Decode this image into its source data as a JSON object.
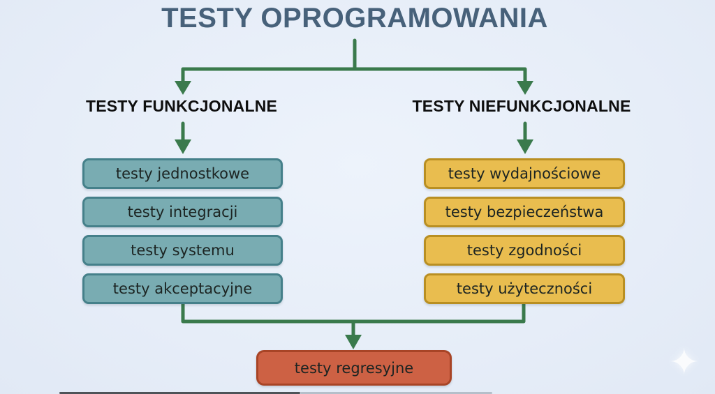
{
  "title": "TESTY OPROGRAMOWANIA",
  "branches": {
    "functional": {
      "heading": "TESTY FUNKCJONALNE",
      "nodes": [
        "testy jednostkowe",
        "testy integracji",
        "testy systemu",
        "testy akceptacyjne"
      ]
    },
    "nonfunctional": {
      "heading": "TESTY NIEFUNKCJONALNE",
      "nodes": [
        "testy wydajnościowe",
        "testy bezpieczeństwa",
        "testy zgodności",
        "testy użyteczności"
      ]
    }
  },
  "merge_node": {
    "label": "testy regresyjne"
  },
  "icons": {
    "sparkle": "✦"
  },
  "colors": {
    "background": "#e7eef8",
    "title_text": "#47617a",
    "heading_text": "#0e0e0e",
    "node_text": "#1c2422",
    "connector": "#3a7a4c",
    "functional_fill": "#79acb2",
    "functional_border": "#45808a",
    "nonfunctional_fill": "#e9bd4f",
    "nonfunctional_border": "#b98f22",
    "regression_fill": "#cd6144",
    "regression_border": "#a84426"
  }
}
